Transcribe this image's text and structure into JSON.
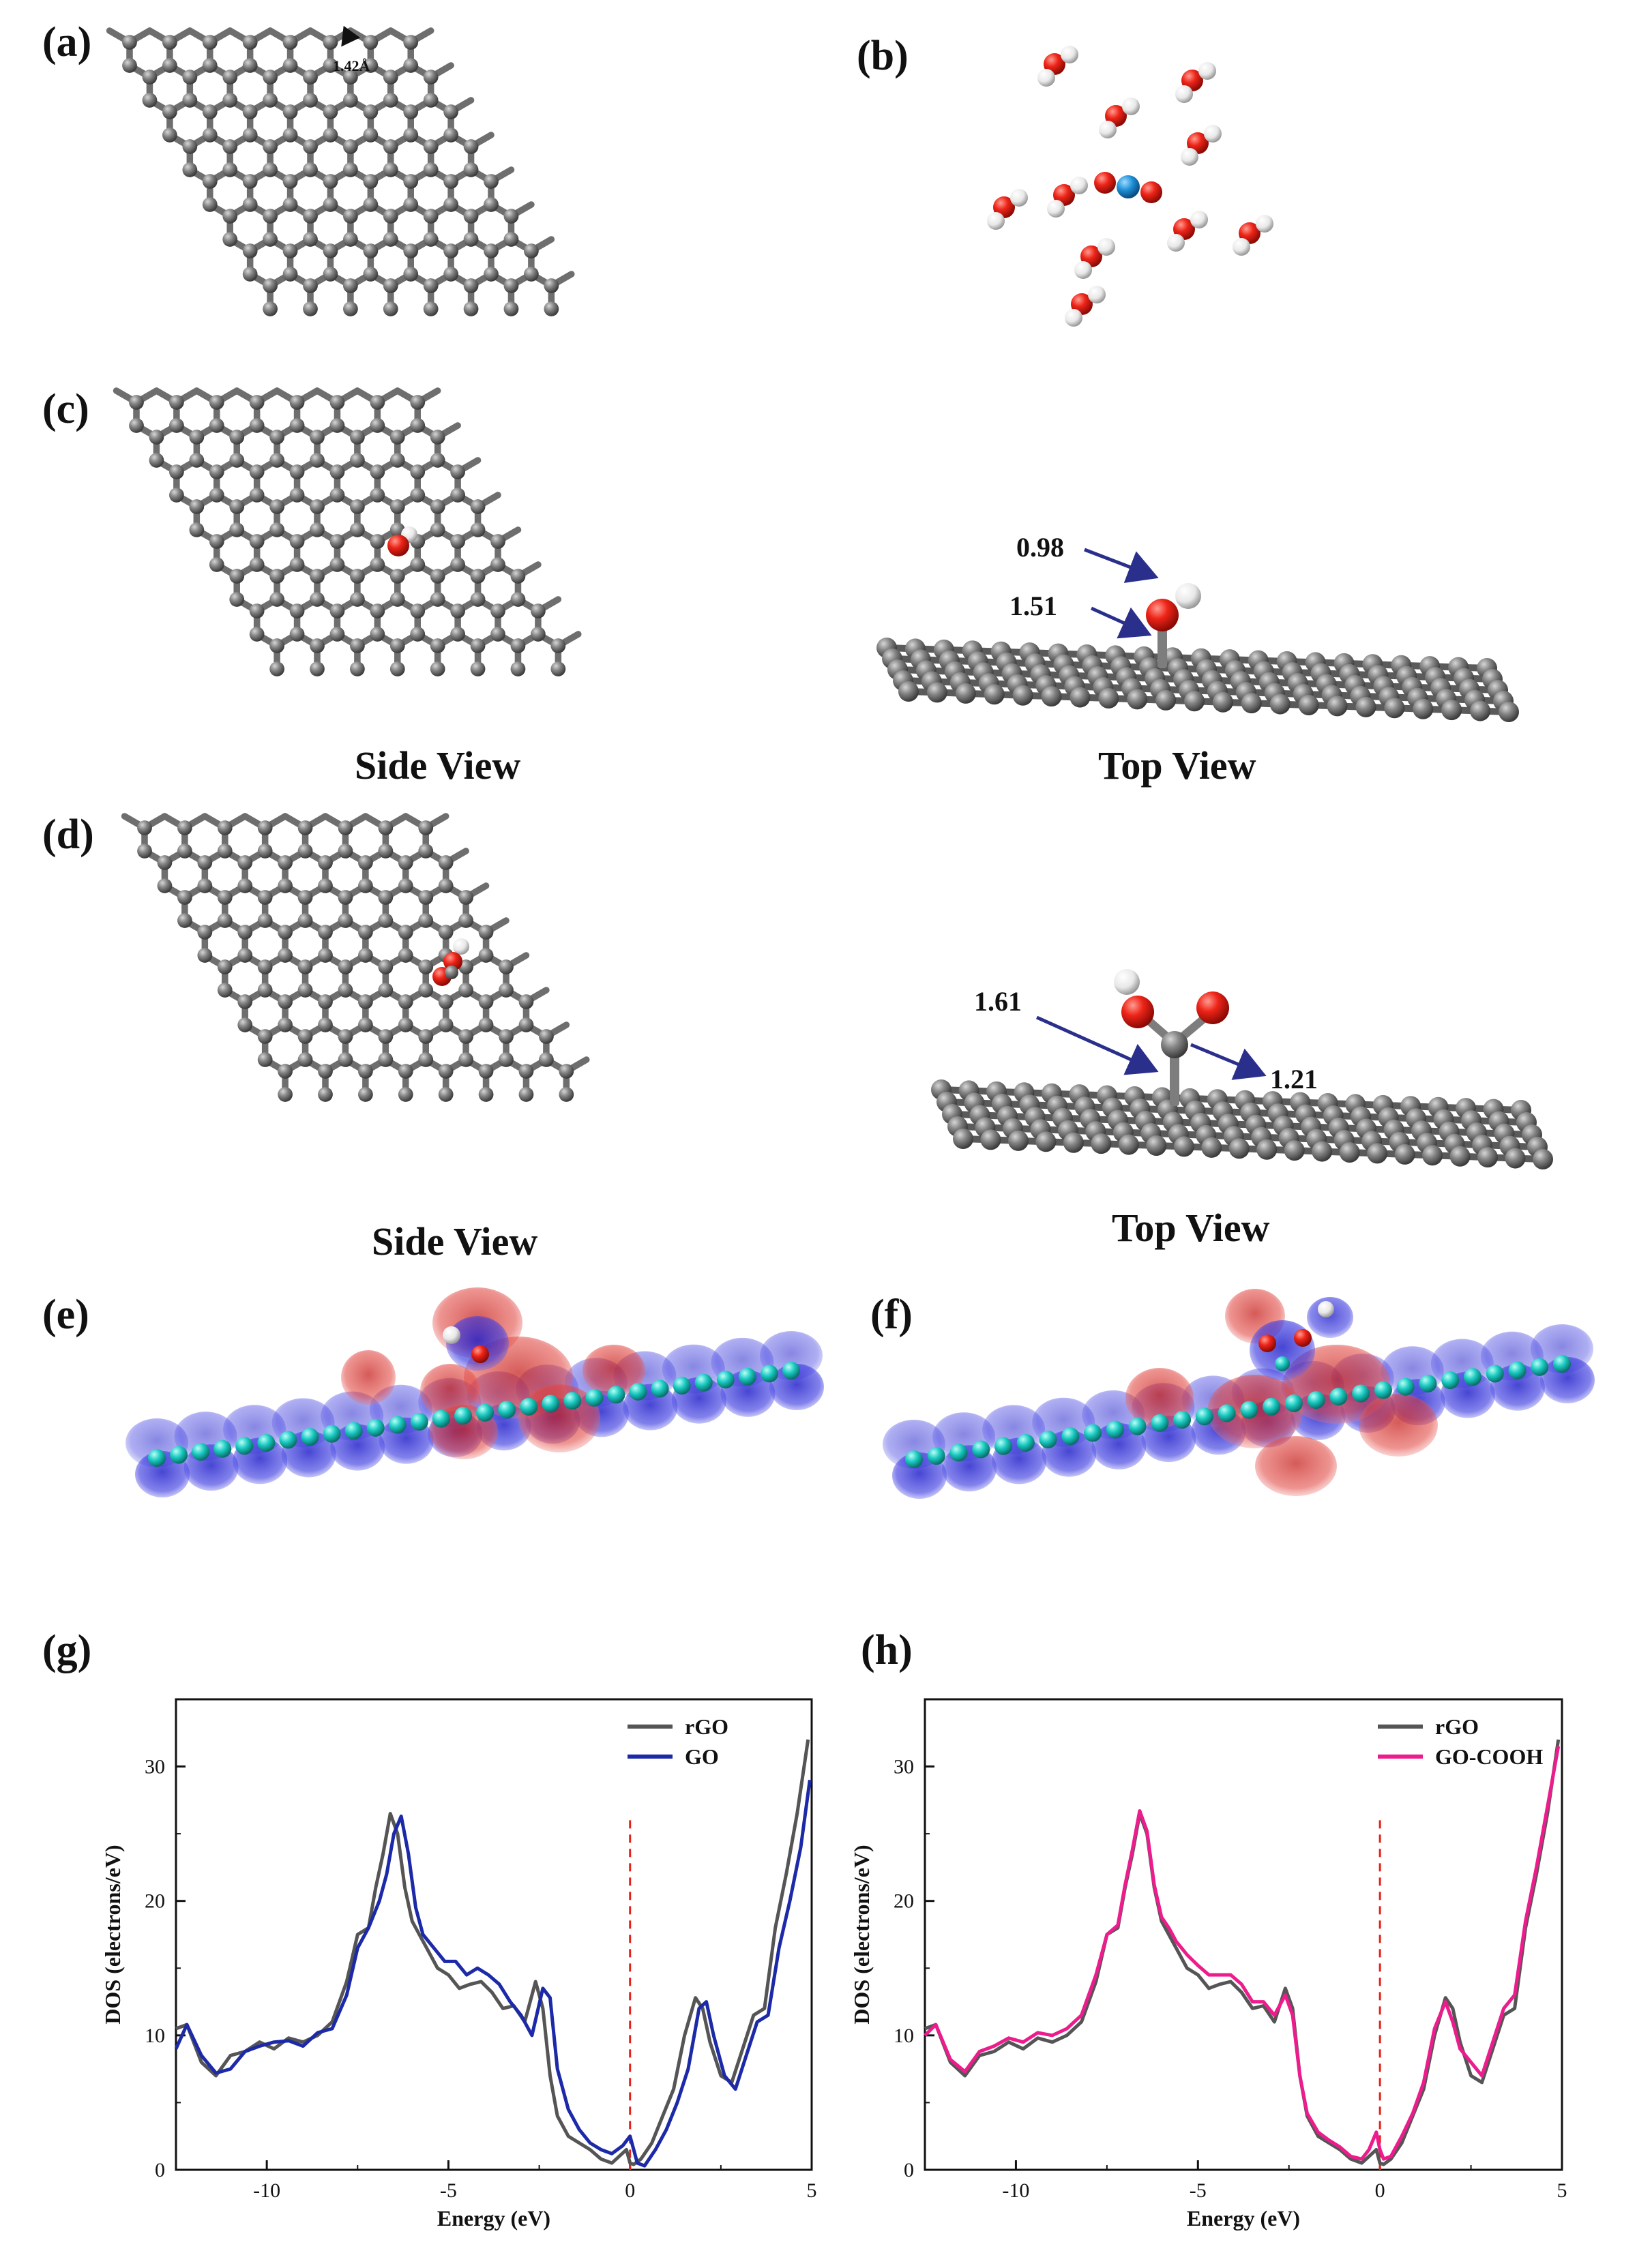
{
  "panels": {
    "a": {
      "letter": "(a)",
      "bond_length": "1.42Å"
    },
    "b": {
      "letter": "(b)"
    },
    "c": {
      "letter": "(c)",
      "side_label": "Side View",
      "top_label": "Top View",
      "dist_upper": "0.98",
      "dist_lower": "1.51"
    },
    "d": {
      "letter": "(d)",
      "side_label": "Side View",
      "top_label": "Top View",
      "dist_left": "1.61",
      "dist_right": "1.21"
    },
    "e": {
      "letter": "(e)"
    },
    "f": {
      "letter": "(f)"
    },
    "g": {
      "letter": "(g)"
    },
    "h": {
      "letter": "(h)"
    }
  },
  "colors": {
    "carbon": "#7d7d7d",
    "oxygen": "#e8201a",
    "hydrogen": "#f2f2f2",
    "nitrogen_center": "#1e8fd6",
    "arrow": "#2a2f8c",
    "rgo_line": "#555555",
    "go_line": "#1c2aa8",
    "go_cooh_line": "#ec1c8c",
    "fermi_line": "#e8201a",
    "charge_cyan": "#19c9c0",
    "charge_blue": "#2b2ad8",
    "charge_red": "#e0342f"
  },
  "chart_data": [
    {
      "type": "line",
      "panel": "(g)",
      "xlabel": "Energy (eV)",
      "ylabel": "DOS (electrons/eV)",
      "xlim": [
        -12.5,
        5
      ],
      "ylim": [
        0,
        35
      ],
      "xticks": [
        -10,
        -5,
        0,
        5
      ],
      "yticks": [
        0,
        10,
        20,
        30
      ],
      "legend_position": "top-right",
      "fermi_level": 0,
      "series": [
        {
          "name": "rGO",
          "color": "#555555",
          "x": [
            -12.5,
            -12.2,
            -11.8,
            -11.4,
            -11.0,
            -10.6,
            -10.2,
            -9.8,
            -9.4,
            -9.0,
            -8.6,
            -8.2,
            -7.8,
            -7.5,
            -7.2,
            -7.0,
            -6.8,
            -6.6,
            -6.4,
            -6.2,
            -6.0,
            -5.8,
            -5.6,
            -5.3,
            -5.0,
            -4.7,
            -4.4,
            -4.1,
            -3.8,
            -3.5,
            -3.2,
            -2.9,
            -2.6,
            -2.4,
            -2.2,
            -2.0,
            -1.7,
            -1.4,
            -1.1,
            -0.8,
            -0.5,
            -0.3,
            -0.1,
            0.0,
            0.1,
            0.3,
            0.6,
            0.9,
            1.2,
            1.5,
            1.8,
            2.0,
            2.2,
            2.5,
            2.8,
            3.1,
            3.4,
            3.7,
            4.0,
            4.3,
            4.6,
            4.9
          ],
          "y": [
            10.5,
            10.8,
            8.0,
            7.0,
            8.5,
            8.8,
            9.5,
            9.0,
            9.8,
            9.5,
            10.0,
            11.0,
            14.0,
            17.5,
            18.0,
            21.0,
            23.5,
            26.5,
            25.0,
            21.0,
            18.5,
            17.5,
            16.5,
            15.0,
            14.5,
            13.5,
            13.8,
            14.0,
            13.2,
            12.0,
            12.2,
            11.0,
            14.0,
            12.0,
            7.0,
            4.0,
            2.5,
            2.0,
            1.5,
            0.8,
            0.5,
            1.0,
            1.5,
            0.5,
            0.4,
            0.8,
            2.0,
            4.0,
            6.0,
            10.0,
            12.8,
            12.0,
            9.5,
            7.0,
            6.5,
            9.0,
            11.5,
            12.0,
            18.0,
            22.0,
            26.5,
            32.0
          ]
        },
        {
          "name": "GO",
          "color": "#1c2aa8",
          "x": [
            -12.5,
            -12.2,
            -11.8,
            -11.4,
            -11.0,
            -10.6,
            -10.2,
            -9.8,
            -9.4,
            -9.0,
            -8.6,
            -8.2,
            -7.8,
            -7.5,
            -7.2,
            -6.9,
            -6.7,
            -6.5,
            -6.3,
            -6.1,
            -5.9,
            -5.7,
            -5.4,
            -5.1,
            -4.8,
            -4.5,
            -4.2,
            -3.9,
            -3.6,
            -3.3,
            -3.0,
            -2.7,
            -2.4,
            -2.2,
            -2.0,
            -1.7,
            -1.4,
            -1.1,
            -0.8,
            -0.5,
            -0.2,
            0.0,
            0.2,
            0.4,
            0.7,
            1.0,
            1.3,
            1.6,
            1.9,
            2.1,
            2.3,
            2.6,
            2.9,
            3.2,
            3.5,
            3.8,
            4.1,
            4.4,
            4.7,
            4.95
          ],
          "y": [
            9.0,
            10.8,
            8.5,
            7.2,
            7.5,
            8.8,
            9.2,
            9.5,
            9.6,
            9.2,
            10.2,
            10.5,
            13.0,
            16.5,
            18.0,
            20.0,
            22.0,
            25.0,
            26.3,
            23.5,
            19.5,
            17.5,
            16.5,
            15.5,
            15.5,
            14.5,
            15.0,
            14.5,
            13.8,
            12.5,
            11.5,
            10.0,
            13.5,
            12.8,
            7.5,
            4.5,
            3.0,
            2.0,
            1.5,
            1.2,
            1.8,
            2.5,
            0.5,
            0.3,
            1.5,
            3.0,
            5.0,
            7.5,
            12.0,
            12.5,
            10.0,
            7.0,
            6.0,
            8.5,
            11.0,
            11.5,
            16.5,
            20.0,
            24.0,
            29.0
          ]
        }
      ]
    },
    {
      "type": "line",
      "panel": "(h)",
      "xlabel": "Energy (eV)",
      "ylabel": "DOS (electrons/eV)",
      "xlim": [
        -12.5,
        5
      ],
      "ylim": [
        0,
        35
      ],
      "xticks": [
        -10,
        -5,
        0,
        5
      ],
      "yticks": [
        0,
        10,
        20,
        30
      ],
      "legend_position": "top-right",
      "fermi_level": 0,
      "series": [
        {
          "name": "rGO",
          "color": "#555555",
          "x": [
            -12.5,
            -12.2,
            -11.8,
            -11.4,
            -11.0,
            -10.6,
            -10.2,
            -9.8,
            -9.4,
            -9.0,
            -8.6,
            -8.2,
            -7.8,
            -7.5,
            -7.2,
            -7.0,
            -6.8,
            -6.6,
            -6.4,
            -6.2,
            -6.0,
            -5.8,
            -5.6,
            -5.3,
            -5.0,
            -4.7,
            -4.4,
            -4.1,
            -3.8,
            -3.5,
            -3.2,
            -2.9,
            -2.6,
            -2.4,
            -2.2,
            -2.0,
            -1.7,
            -1.4,
            -1.1,
            -0.8,
            -0.5,
            -0.3,
            -0.1,
            0.0,
            0.1,
            0.3,
            0.6,
            0.9,
            1.2,
            1.5,
            1.8,
            2.0,
            2.2,
            2.5,
            2.8,
            3.1,
            3.4,
            3.7,
            4.0,
            4.3,
            4.6,
            4.9
          ],
          "y": [
            10.5,
            10.8,
            8.0,
            7.0,
            8.5,
            8.8,
            9.5,
            9.0,
            9.8,
            9.5,
            10.0,
            11.0,
            14.0,
            17.5,
            18.0,
            21.0,
            23.5,
            26.5,
            25.0,
            21.0,
            18.5,
            17.5,
            16.5,
            15.0,
            14.5,
            13.5,
            13.8,
            14.0,
            13.2,
            12.0,
            12.2,
            11.0,
            13.5,
            12.0,
            7.0,
            4.0,
            2.5,
            2.0,
            1.5,
            0.8,
            0.5,
            1.0,
            1.5,
            0.5,
            0.4,
            0.8,
            2.0,
            4.0,
            6.0,
            10.0,
            12.8,
            12.0,
            9.5,
            7.0,
            6.5,
            9.0,
            11.5,
            12.0,
            18.0,
            22.0,
            26.5,
            32.0
          ]
        },
        {
          "name": "GO-COOH",
          "color": "#ec1c8c",
          "x": [
            -12.5,
            -12.2,
            -11.8,
            -11.4,
            -11.0,
            -10.6,
            -10.2,
            -9.8,
            -9.4,
            -9.0,
            -8.6,
            -8.2,
            -7.8,
            -7.5,
            -7.2,
            -7.0,
            -6.8,
            -6.6,
            -6.4,
            -6.2,
            -6.0,
            -5.8,
            -5.6,
            -5.3,
            -5.0,
            -4.7,
            -4.4,
            -4.1,
            -3.8,
            -3.5,
            -3.2,
            -2.9,
            -2.6,
            -2.4,
            -2.2,
            -2.0,
            -1.7,
            -1.4,
            -1.1,
            -0.8,
            -0.5,
            -0.3,
            -0.1,
            0.0,
            0.1,
            0.3,
            0.6,
            0.9,
            1.2,
            1.5,
            1.8,
            2.0,
            2.2,
            2.5,
            2.8,
            3.1,
            3.4,
            3.7,
            4.0,
            4.3,
            4.6,
            4.9
          ],
          "y": [
            10.0,
            10.8,
            8.2,
            7.3,
            8.8,
            9.2,
            9.8,
            9.5,
            10.2,
            10.0,
            10.5,
            11.5,
            14.5,
            17.5,
            18.2,
            21.2,
            23.8,
            26.7,
            25.2,
            21.2,
            18.8,
            18.0,
            17.0,
            16.0,
            15.2,
            14.5,
            14.5,
            14.5,
            13.8,
            12.5,
            12.5,
            11.5,
            13.0,
            11.5,
            7.0,
            4.2,
            2.8,
            2.2,
            1.7,
            1.0,
            0.8,
            1.5,
            2.8,
            1.5,
            0.8,
            1.0,
            2.5,
            4.2,
            6.5,
            10.5,
            12.5,
            11.0,
            9.0,
            8.0,
            7.0,
            9.5,
            12.0,
            13.0,
            18.5,
            22.5,
            27.0,
            31.5
          ]
        }
      ]
    }
  ]
}
